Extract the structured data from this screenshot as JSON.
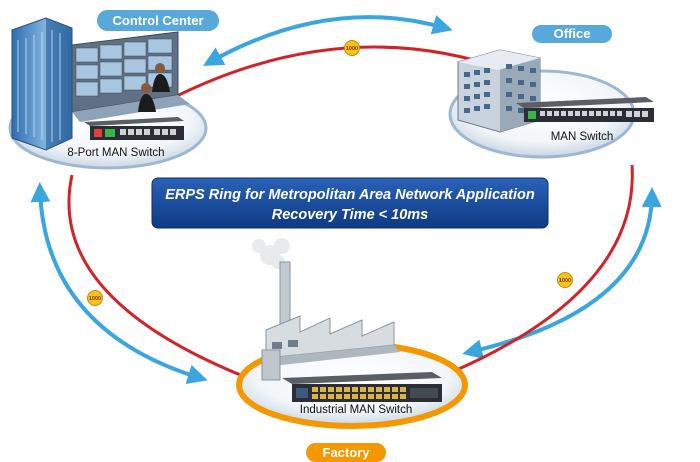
{
  "banner": {
    "line1": "ERPS Ring for Metropolitan Area Network Application",
    "line2": "Recovery Time < 10ms"
  },
  "sites": {
    "control_center": {
      "label": "Control Center",
      "switch_label": "8-Port MAN Switch"
    },
    "office": {
      "label": "Office",
      "switch_label": "MAN Switch"
    },
    "factory": {
      "label": "Factory",
      "switch_label": "Industrial MAN Switch"
    }
  },
  "link_badges": [
    "1000",
    "1000",
    "1000"
  ],
  "colors": {
    "ring": "#d2232a",
    "arrow": "#3aa6dd",
    "pill": "#58a8dc",
    "factory_pill": "#f39800",
    "banner": "#16479a",
    "badge": "#f7c21d"
  },
  "icons": {
    "control_center": "building-with-operators-icon",
    "office": "office-building-icon",
    "factory": "factory-icon",
    "switch": "network-switch-icon"
  }
}
